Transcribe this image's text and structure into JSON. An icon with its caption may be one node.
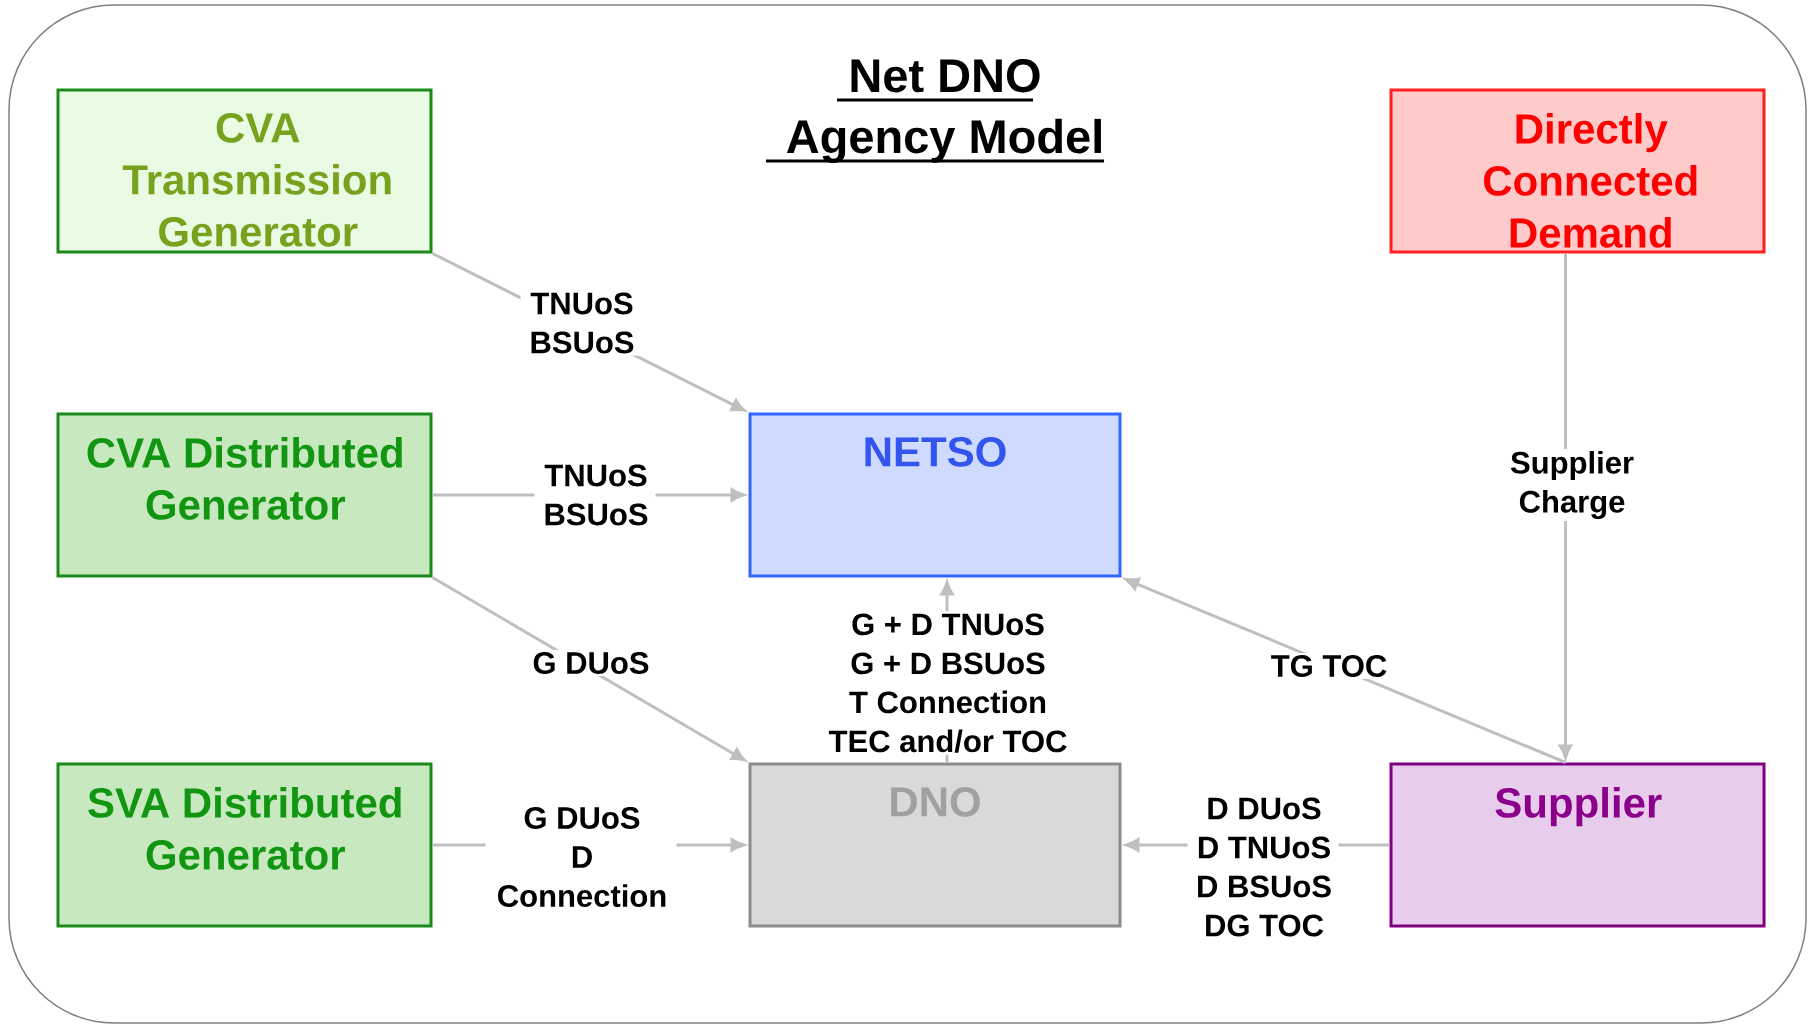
{
  "diagram": {
    "title": "Net DNO Agency Model",
    "nodes": [
      {
        "text": [
          "CVA Transmission Generator"
        ]
      },
      {
        "text": [
          "Directly Connected Demand"
        ]
      },
      {
        "text": [
          "CVA Distributed Generator"
        ]
      },
      {
        "text": [
          "NETSO"
        ]
      },
      {
        "text": [
          "SVA Distributed Generator"
        ]
      },
      {
        "text": [
          "DNO"
        ]
      },
      {
        "text": [
          "Supplier"
        ]
      }
    ],
    "edges": [
      {
        "from": 0,
        "to": 3,
        "arrow": "to",
        "label": "TNUoS BSUoS"
      },
      {
        "from": 2,
        "to": 3,
        "arrow": "to",
        "label": "TNUoS BSUoS"
      },
      {
        "from": 2,
        "to": 5,
        "arrow": "to",
        "label": "G DUoS"
      },
      {
        "from": 4,
        "to": 5,
        "arrow": "to",
        "label": "G DUoS D Connection"
      },
      {
        "from": 5,
        "to": 3,
        "arrow": "to",
        "label": "G + D TNUoS G + D BSUoS T Connection TEC and/or TOC"
      },
      {
        "from": 6,
        "to": 3,
        "arrow": "to",
        "label": "TG TOC"
      },
      {
        "from": 1,
        "to": 6,
        "arrow": "to",
        "label": "Supplier Charge"
      },
      {
        "from": 6,
        "to": 5,
        "arrow": "to",
        "label": "D DUoS D TNUoS D BSUoS DG TOC"
      }
    ]
  }
}
